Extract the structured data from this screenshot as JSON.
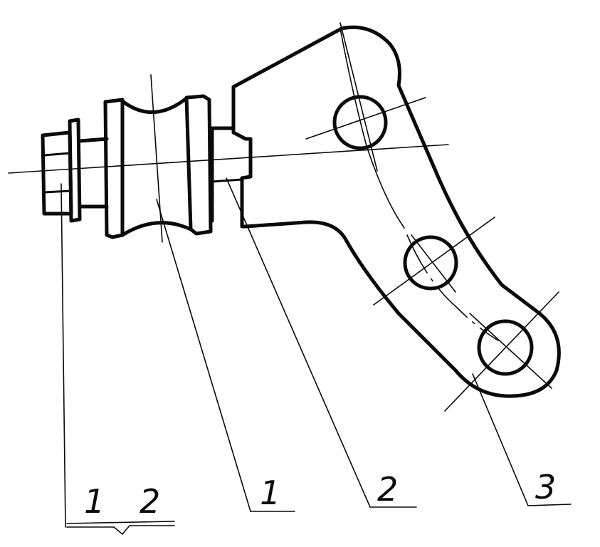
{
  "labels": {
    "callout_left_a": "1",
    "callout_left_b": "2",
    "callout_1": "1",
    "callout_2": "2",
    "callout_3": "3"
  }
}
